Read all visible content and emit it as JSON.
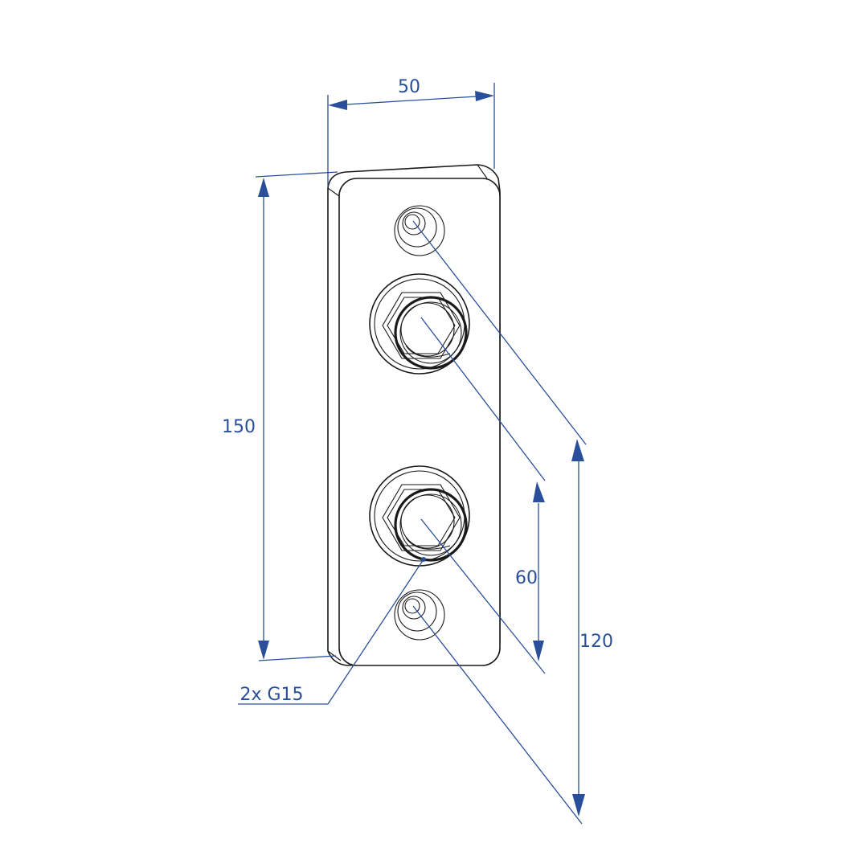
{
  "drawing": {
    "dimensions": {
      "width": "50",
      "height": "150",
      "spacing_inner": "60",
      "spacing_outer": "120",
      "thread_callout": "2x G15"
    }
  }
}
